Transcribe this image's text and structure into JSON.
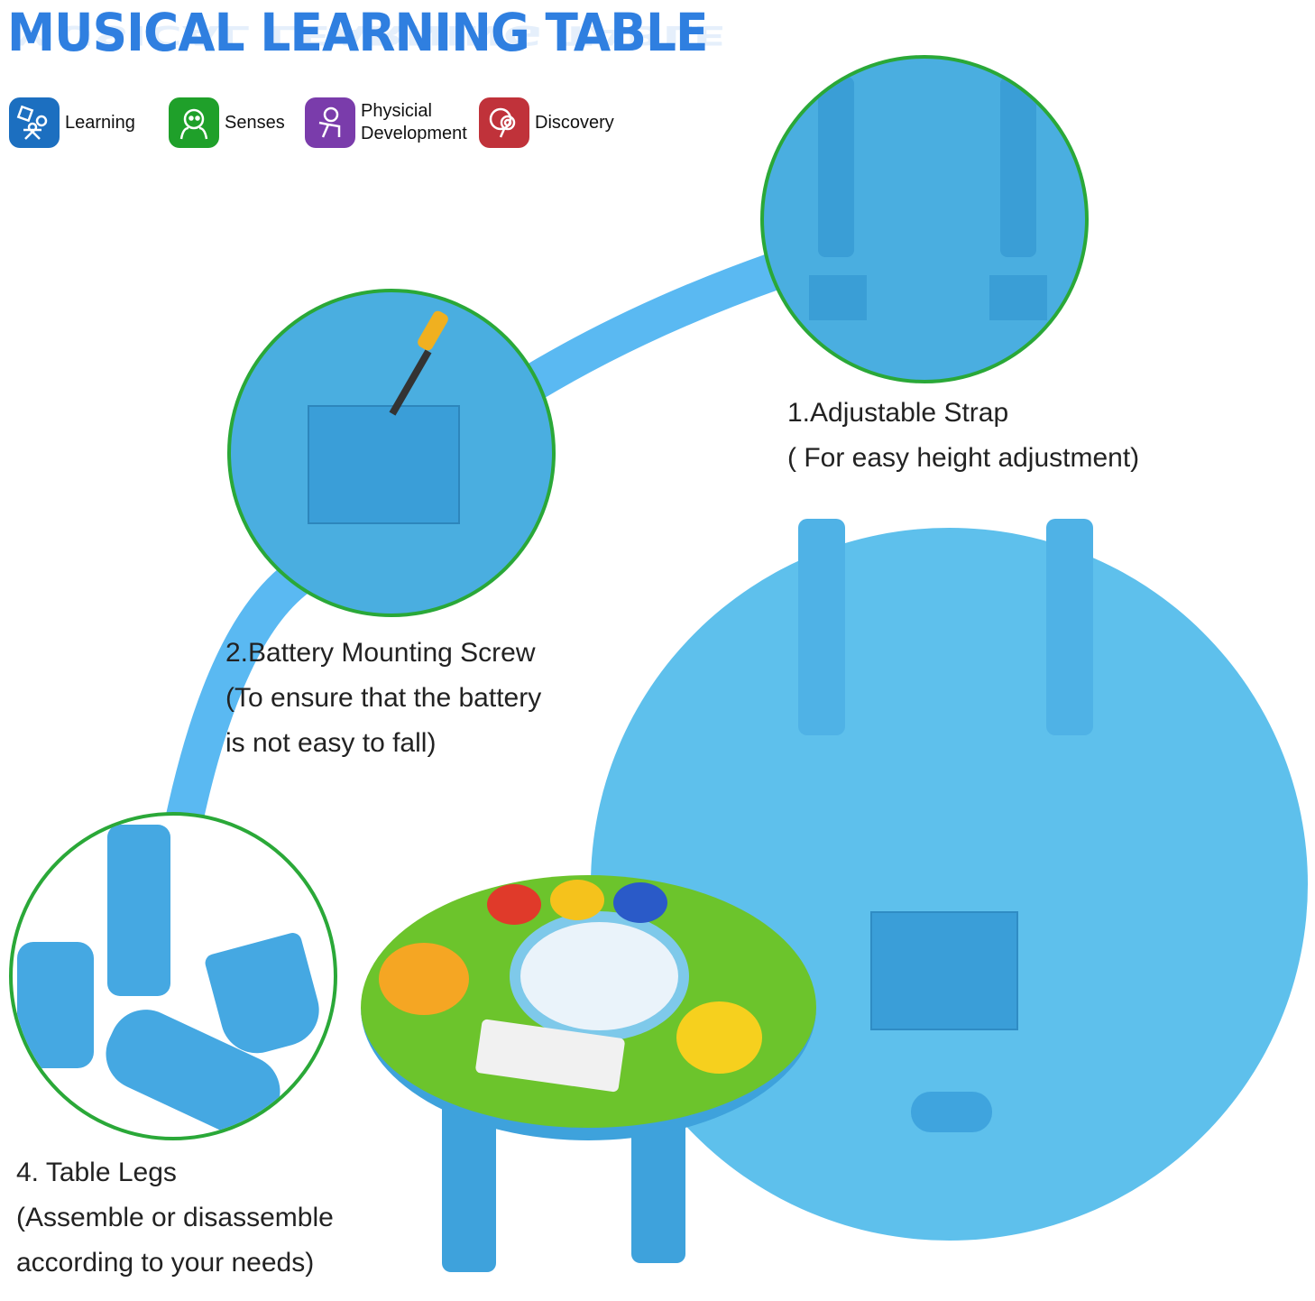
{
  "header": {
    "title": "MUSICAL LEARNING TABLE"
  },
  "badges": [
    {
      "label": "Learning",
      "icon": "learning-icon",
      "color": "#1c6fc0"
    },
    {
      "label": "Senses",
      "icon": "senses-icon",
      "color": "#1fa02a"
    },
    {
      "label": "Physicial Development",
      "icon": "physical-development-icon",
      "color": "#7a3cab"
    },
    {
      "label": "Discovery",
      "icon": "discovery-icon",
      "color": "#c0323a"
    }
  ],
  "features": [
    {
      "title": "1.Adjustable Strap",
      "lines": [
        "( For easy height adjustment)"
      ]
    },
    {
      "title": "2.Battery Mounting Screw",
      "lines": [
        "(To ensure that the battery",
        "is not easy to fall)"
      ]
    },
    {
      "title": "4. Table Legs",
      "lines": [
        "(Assemble or disassemble",
        "according to your needs)"
      ]
    }
  ],
  "colors": {
    "title": "#2f7fe0",
    "ring": "#2aa838",
    "plastic": "#4aaee0",
    "arc": "#5ab9f2"
  }
}
